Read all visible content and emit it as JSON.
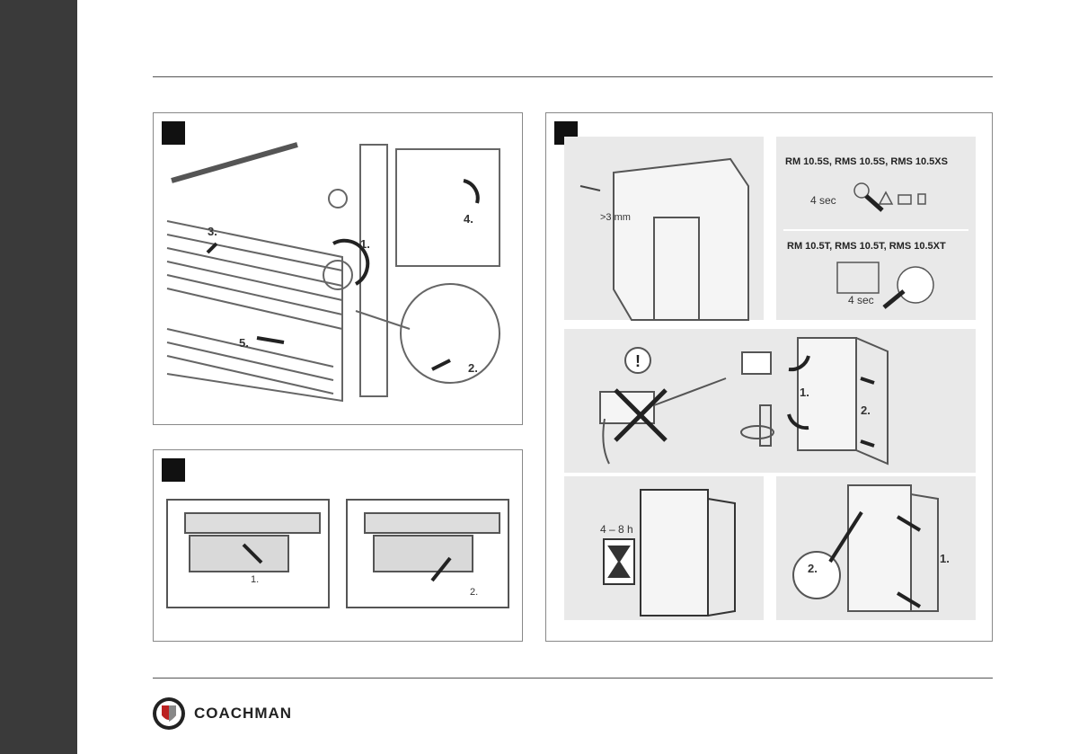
{
  "panel_a": {
    "step_labels": [
      "3.",
      "1.",
      "4.",
      "5.",
      "2."
    ]
  },
  "panel_b": {
    "step_labels": [
      "1.",
      "2."
    ]
  },
  "panel_c": {
    "gap_label": ">3 mm",
    "model_group_s": "RM 10.5S, RMS 10.5S, RMS 10.5XS",
    "model_group_t": "RM 10.5T, RMS 10.5T, RMS 10.5XT",
    "hold_time_s": "4 sec",
    "hold_time_t": "4 sec",
    "defrost_steps": [
      "1.",
      "2."
    ],
    "wait_time": "4 – 8 h",
    "dry_steps": [
      "2.",
      "1."
    ]
  },
  "footer": {
    "brand": "COACHMAN"
  },
  "colors": {
    "sidebar": "#3a3a3a",
    "panel_border": "#888888",
    "sub_panel": "#e9e9e9"
  }
}
